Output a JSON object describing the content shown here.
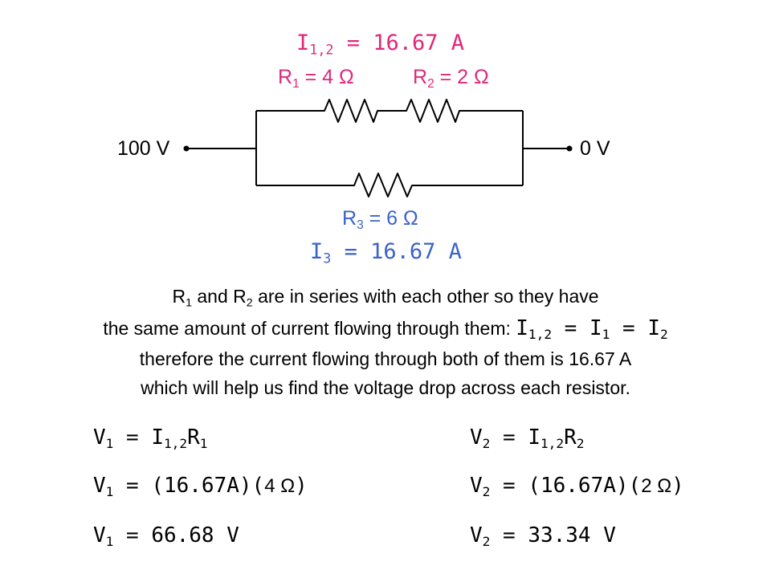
{
  "colors": {
    "top_branch": "#e0287a",
    "bottom_branch": "#3b63c9",
    "wire": "#000000"
  },
  "top_branch": {
    "current": {
      "sym": "I",
      "sub": "1,2",
      "rest": " = 16.67 A"
    },
    "r1": {
      "sym": "R",
      "sub": "1",
      "rest": " = 4 Ω"
    },
    "r2": {
      "sym": "R",
      "sub": "2",
      "rest": " = 2 Ω"
    }
  },
  "terminals": {
    "left": "100 V",
    "right": "0 V"
  },
  "bottom_branch": {
    "r3": {
      "sym": "R",
      "sub": "3",
      "rest": " = 6 Ω"
    },
    "current": {
      "sym": "I",
      "sub": "3",
      "rest": " = 16.67 A"
    }
  },
  "explanation": {
    "line1": {
      "a": "R",
      "a_sub": "1",
      "b": " and R",
      "b_sub": "2",
      "c": " are in series with each other so they have"
    },
    "line2": {
      "text": "the same amount of current flowing through them: ",
      "eq_i": "I",
      "eq_i_sub": "1,2",
      "eq_mid": " = I",
      "eq_mid_sub": "1",
      "eq_end": " = I",
      "eq_end_sub": "2"
    },
    "line3": "therefore the current flowing through both of them is 16.67 A",
    "line4": "which will help us find the voltage drop across each resistor."
  },
  "equations": {
    "left": [
      {
        "lhs": "V",
        "lhs_sub": "1",
        "mid": " = I",
        "mid_sub": "1,2",
        "end": "R",
        "end_sub": "1"
      },
      {
        "lhs": "V",
        "lhs_sub": "1",
        "mid": " = (16.67A)(",
        "value": "4 Ω",
        "close": ")"
      },
      {
        "lhs": "V",
        "lhs_sub": "1",
        "mid": " = 66.68 V"
      }
    ],
    "right": [
      {
        "lhs": "V",
        "lhs_sub": "2",
        "mid": " = I",
        "mid_sub": "1,2",
        "end": "R",
        "end_sub": "2"
      },
      {
        "lhs": "V",
        "lhs_sub": "2",
        "mid": " = (16.67A)(",
        "value": "2 Ω",
        "close": ")"
      },
      {
        "lhs": "V",
        "lhs_sub": "2",
        "mid": " = 33.34 V"
      }
    ]
  }
}
